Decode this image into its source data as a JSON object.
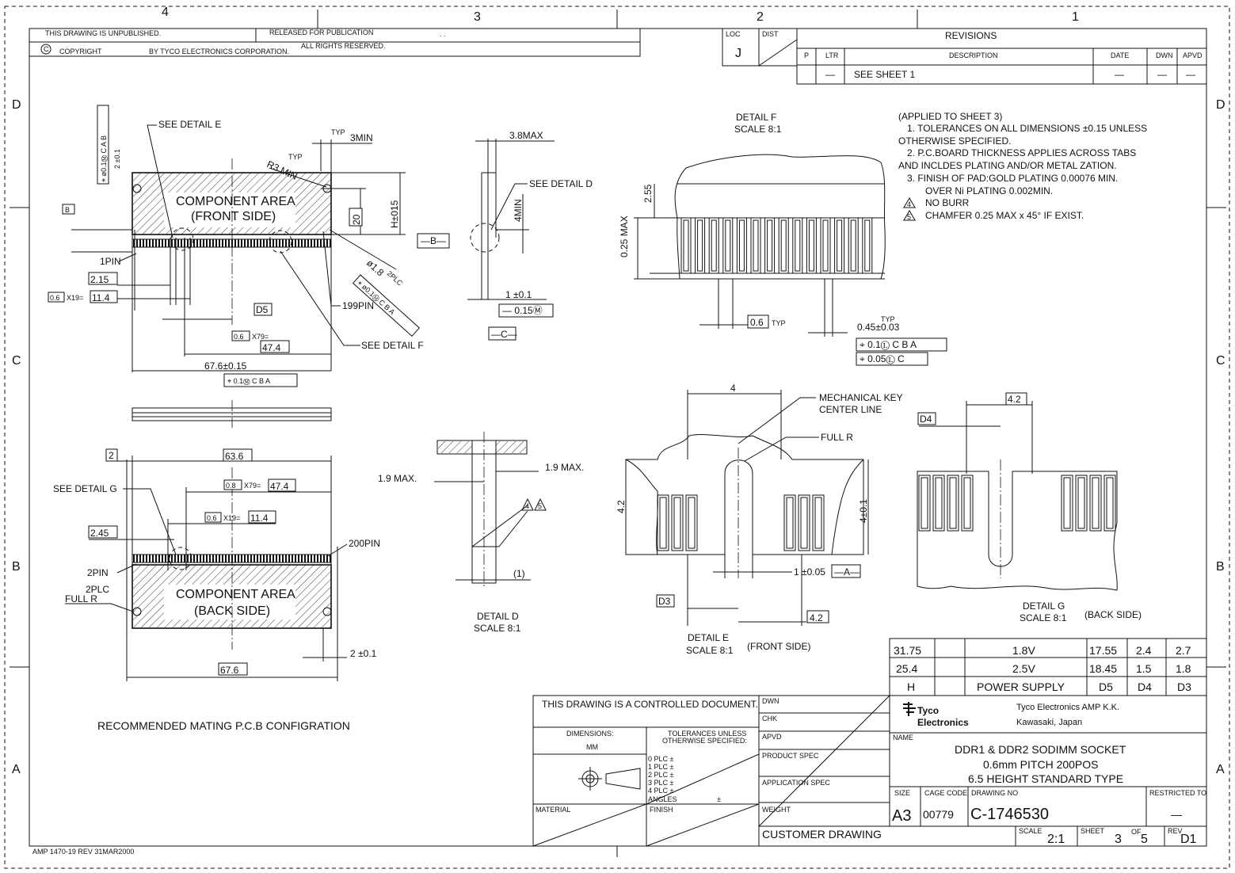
{
  "zones": {
    "top": [
      "4",
      "3",
      "2",
      "1"
    ],
    "side": [
      "D",
      "C",
      "B",
      "A"
    ]
  },
  "header": {
    "unpublished": "THIS DRAWING IS UNPUBLISHED.",
    "released": "RELEASED FOR PUBLICATION",
    "released_date": ". .",
    "copyright": "COPYRIGHT",
    "by": "BY TYCO ELECTRONICS CORPORATION.",
    "rights": "ALL RIGHTS RESERVED.",
    "loc_label": "LOC",
    "dist_label": "DIST",
    "loc_value": "J"
  },
  "revisions": {
    "title": "REVISIONS",
    "columns": [
      "P",
      "LTR",
      "DESCRIPTION",
      "DATE",
      "DWN",
      "APVD"
    ],
    "row": [
      "",
      "—",
      "SEE SHEET 1",
      "—",
      "—",
      "—"
    ]
  },
  "notes": {
    "applied": "(APPLIED TO SHEET 3)",
    "lines": [
      "1. TOLERANCES ON ALL DIMENSIONS ±0.15 UNLESS",
      "OTHERWISE SPECIFIED.",
      "2. P.C.BOARD THICKNESS APPLIES ACROSS TABS",
      "AND INCLDES PLATING AND/OR METAL ZATION.",
      "3. FINISH OF PAD:GOLD PLATING 0.00076 MIN.",
      "OVER Ni PLATING 0.002MIN.",
      "NO BURR",
      "CHAMFER 0.25 MAX x 45° IF EXIST."
    ],
    "flag4": "4",
    "flag5": "5"
  },
  "front_view": {
    "area_line1": "COMPONENT AREA",
    "area_line2": "(FRONT SIDE)",
    "see_detail_e": "SEE DETAIL E",
    "see_detail_f": "SEE DETAIL F",
    "typ": "TYP",
    "three_min": "3MIN",
    "r3_typ": "TYP",
    "r3_min": "R3 MIN",
    "h_dim": "H±015",
    "twenty": "20",
    "datum_b": "—B—",
    "datum_b_small": "B",
    "pin1": "1PIN",
    "pin199": "199PIN",
    "hole": "ø1.8",
    "hole_plc": "2PLC",
    "fcf_hole": "⌖ ø0.1Ⓜ C B A",
    "fcf_vert": "⌖ ø0.1Ⓜ C A B",
    "vert_dim": "2 ±0.1",
    "dim_2_15": "2.15",
    "dim_0_6": "0.6",
    "x19": "X19=",
    "dim_11_4": "11.4",
    "d5": "D5",
    "x79": "X79=",
    "dim_47_4": "47.4",
    "width": "67.6±0.15",
    "fcf_width": "⌖ 0.1Ⓜ C B A"
  },
  "side_view": {
    "max": "3.8MAX",
    "see_detail_d": "SEE DETAIL D",
    "four_min": "4MIN",
    "thickness": "1 ±0.1",
    "flat": "— 0.15Ⓜ",
    "datum_c": "—C—"
  },
  "back_view": {
    "area_line1": "COMPONENT AREA",
    "area_line2": "(BACK SIDE)",
    "see_detail_g": "SEE DETAIL G",
    "dim_2": "2",
    "dim_63_6": "63.6",
    "dim_0_8": "0.8",
    "x79": "X79=",
    "dim_47_4": "47.4",
    "dim_0_6": "0.6",
    "x19": "X19=",
    "dim_11_4": "11.4",
    "dim_2_45": "2.45",
    "pin200": "200PIN",
    "pin2": "2PIN",
    "full_r": "FULL R",
    "plc": "2PLC",
    "dim_2_01": "2 ±0.1",
    "dim_67_6": "67.6",
    "caption": "RECOMMENDED MATING P.C.B CONFIGRATION"
  },
  "detail_d": {
    "left": "1.9 MAX.",
    "right": "1.9 MAX.",
    "one": "(1)",
    "title": "DETAIL D",
    "scale": "SCALE 8:1"
  },
  "detail_f": {
    "title": "DETAIL F",
    "scale": "SCALE 8:1",
    "v255": "2.55",
    "v025": "0.25 MAX",
    "pitch": "0.6",
    "typ": "TYP",
    "typ2": "TYP",
    "width": "0.45±0.03",
    "fcf1": "⌖ 0.1Ⓛ C B A",
    "fcf2": "⌖ 0.05Ⓛ C"
  },
  "detail_e": {
    "top": "4",
    "mech1": "MECHANICAL KEY",
    "mech2": "CENTER LINE",
    "full_r": "FULL R",
    "left": "4.2",
    "right": "4±0.1",
    "key": "1 ±0.05",
    "datum_a": "—A—",
    "d3": "D3",
    "bottom": "4.2",
    "title": "DETAIL E",
    "scale": "SCALE 8:1",
    "side": "(FRONT SIDE)"
  },
  "detail_g": {
    "top": "4.2",
    "d4": "D4",
    "title": "DETAIL G",
    "scale": "SCALE 8:1",
    "side": "(BACK SIDE)"
  },
  "voltage_table": {
    "rows": [
      [
        "31.75",
        "1.8V",
        "17.55",
        "2.4",
        "2.7"
      ],
      [
        "25.4",
        "2.5V",
        "18.45",
        "1.5",
        "1.8"
      ],
      [
        "H",
        "POWER SUPPLY",
        "D5",
        "D4",
        "D3"
      ]
    ]
  },
  "title_block": {
    "controlled": "THIS DRAWING IS A CONTROLLED DOCUMENT.",
    "dims_label": "DIMENSIONS:",
    "dims_unit": "MM",
    "tol_label1": "TOLERANCES UNLESS",
    "tol_label2": "OTHERWISE SPECIFIED:",
    "tol_rows": [
      "0 PLC  ±",
      "1 PLC  ±",
      "2 PLC  ±",
      "3 PLC  ±",
      "4 PLC  ±"
    ],
    "angles": "ANGLES",
    "angles_pm": "±",
    "material": "MATERIAL",
    "finish": "FINISH",
    "dwn": "DWN",
    "chk": "CHK",
    "apvd": "APVD",
    "product_spec": "PRODUCT SPEC",
    "application_spec": "APPLICATION SPEC",
    "weight": "WEIGHT",
    "logo1": "Tyco",
    "logo2": "Electronics",
    "company": "Tyco Electronics AMP K.K.",
    "city": "Kawasaki, Japan",
    "name_label": "NAME",
    "name1": "DDR1 & DDR2 SODIMM SOCKET",
    "name2": "0.6mm PITCH 200POS",
    "name3": "6.5 HEIGHT STANDARD TYPE",
    "size_label": "SIZE",
    "cage_label": "CAGE CODE",
    "drawing_label": "DRAWING NO",
    "restricted_label": "RESTRICTED TO",
    "size": "A3",
    "cage": "00779",
    "drawing_no": "C-1746530",
    "restricted": "—",
    "customer": "CUSTOMER DRAWING",
    "scale_label": "SCALE",
    "scale": "2:1",
    "sheet_label": "SHEET",
    "sheet": "3",
    "of": "OF",
    "sheets": "5",
    "rev_label": "REV",
    "rev": "D1"
  },
  "footer": "AMP 1470-19 REV 31MAR2000"
}
